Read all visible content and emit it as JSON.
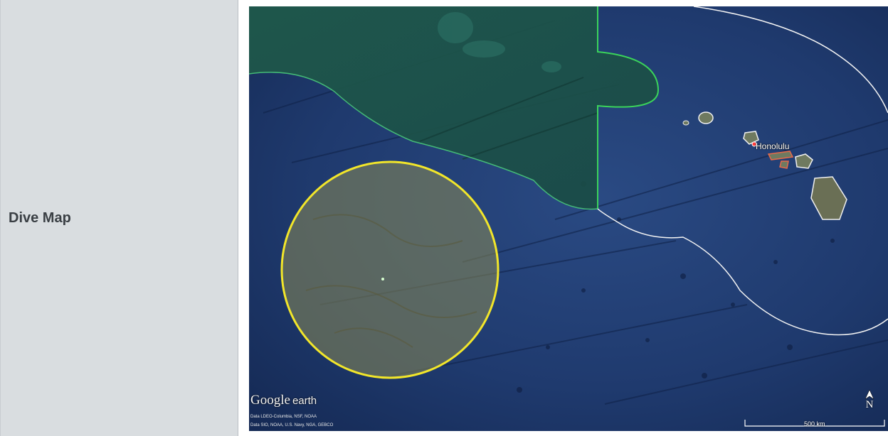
{
  "section": {
    "label": "Dive Map"
  },
  "map": {
    "city_label": "Honolulu",
    "branding": {
      "google": "Google",
      "earth": "earth"
    },
    "credits": [
      "Data LDEO-Columbia, NSF, NOAA",
      "Data SIO, NOAA, U.S. Navy, NGA, GEBCO"
    ],
    "compass_label": "N",
    "scale_label": "500 km",
    "colors": {
      "ocean": "#1c3566",
      "green_zone": "#2f8a4c",
      "green_outline": "#3bd45a",
      "dive_circle": "#f2e62a",
      "eez_boundary": "#f4f4f4",
      "island_outline": "#e86a4a"
    },
    "icons": [
      "north-arrow-icon",
      "city-marker-icon",
      "scale-bar-icon"
    ]
  }
}
